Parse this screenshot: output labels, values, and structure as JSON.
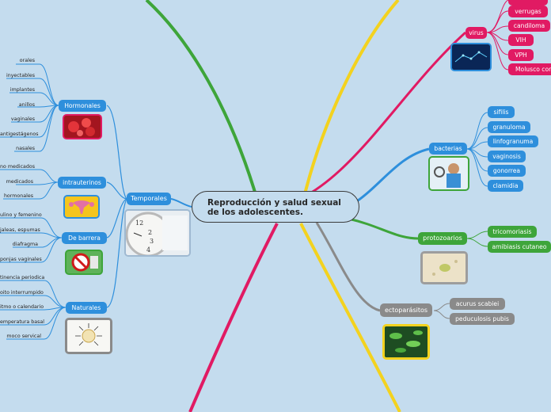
{
  "central": "Reproducción y salud sexual de los adolescentes.",
  "left": {
    "temporales": "Temporales",
    "hormonales": {
      "label": "Hormonales",
      "items": [
        "orales",
        "inyectables",
        "implantes",
        "anillos",
        "vaginales",
        "antigestágenos",
        "nasales"
      ]
    },
    "intrauterinos": {
      "label": "intrauterinos",
      "items": [
        "no medicados",
        "medicados",
        "hormonales"
      ]
    },
    "barrera": {
      "label": "De barrera",
      "items": [
        "ulino y femenino",
        "jaleas, espumas",
        "diafragma",
        "ponjas vaginales"
      ]
    },
    "naturales": {
      "label": "Naturales",
      "items": [
        "tinencia periodica",
        "oito interrumpido",
        "itmo o calendario",
        "emperatura basal",
        "moco servical"
      ]
    }
  },
  "right": {
    "virus": {
      "label": "virus",
      "items": [
        "verrugas",
        "candiloma",
        "VIH",
        "VPH",
        "Molusco cont"
      ]
    },
    "bacterias": {
      "label": "bacterias",
      "items": [
        "sifilis",
        "granuloma",
        "linfogranuma",
        "vaginosis",
        "gonorrea",
        "clamidia"
      ]
    },
    "protozoarios": {
      "label": "protozoarios",
      "items": [
        "tricomoriasis",
        "amibiasis cutaneo"
      ]
    },
    "ectoparasitos": {
      "label": "ectoparásitos",
      "items": [
        "acurus scabiei",
        "peduculosis pubis"
      ]
    }
  },
  "colors": {
    "background": "#c4dcee",
    "blue": "#2e8fdc",
    "green": "#3ea53a",
    "grey": "#8a8a8a",
    "pink": "#e11a63",
    "yellow": "#f3d21f"
  }
}
